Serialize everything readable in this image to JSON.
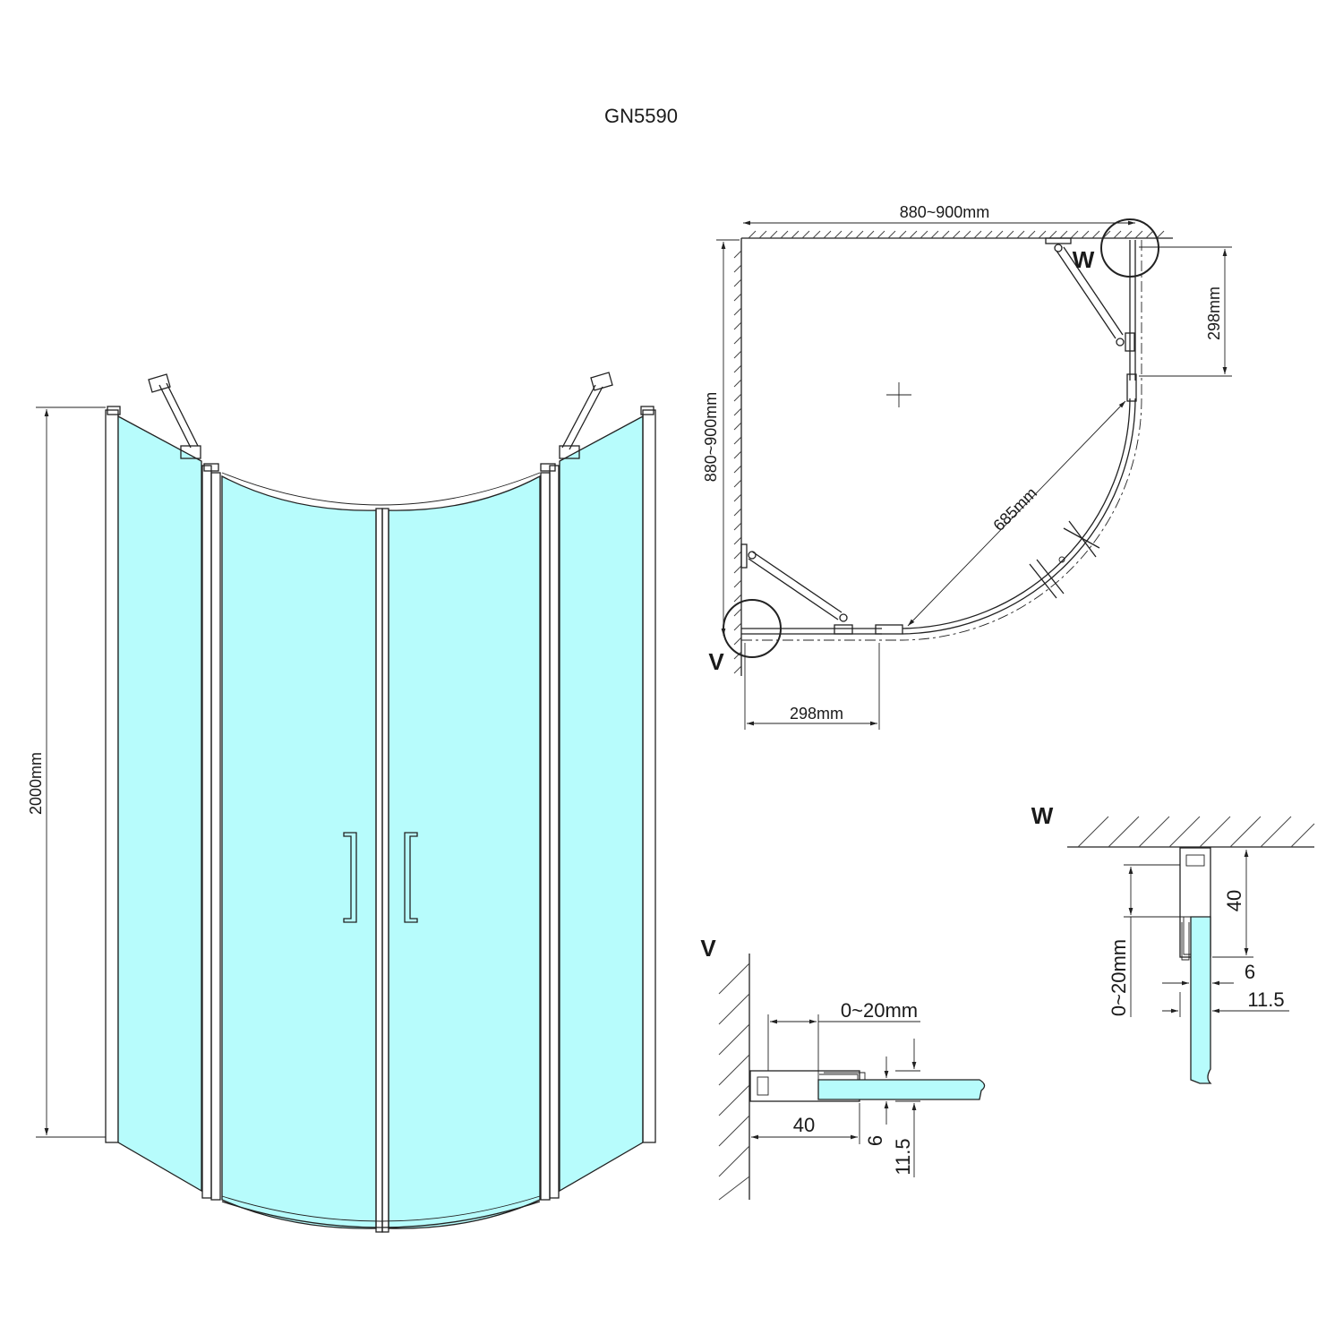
{
  "title": "GN5590",
  "front_view": {
    "height_label": "2000mm"
  },
  "plan_view": {
    "width_label": "880~900mm",
    "depth_label": "880~900mm",
    "radius_label": "685mm",
    "side_panel_top_label": "298mm",
    "side_panel_bottom_label": "298mm",
    "callout_w": "W",
    "callout_v": "V"
  },
  "detail_v": {
    "label": "V",
    "adjust_label": "0~20mm",
    "profile_label": "40",
    "glass_label": "6",
    "seal_label": "11.5"
  },
  "detail_w": {
    "label": "W",
    "adjust_label": "0~20mm",
    "profile_label": "40",
    "glass_label": "6",
    "seal_label": "11.5"
  },
  "colors": {
    "glass": "#b7fcfc",
    "line": "#222222"
  }
}
